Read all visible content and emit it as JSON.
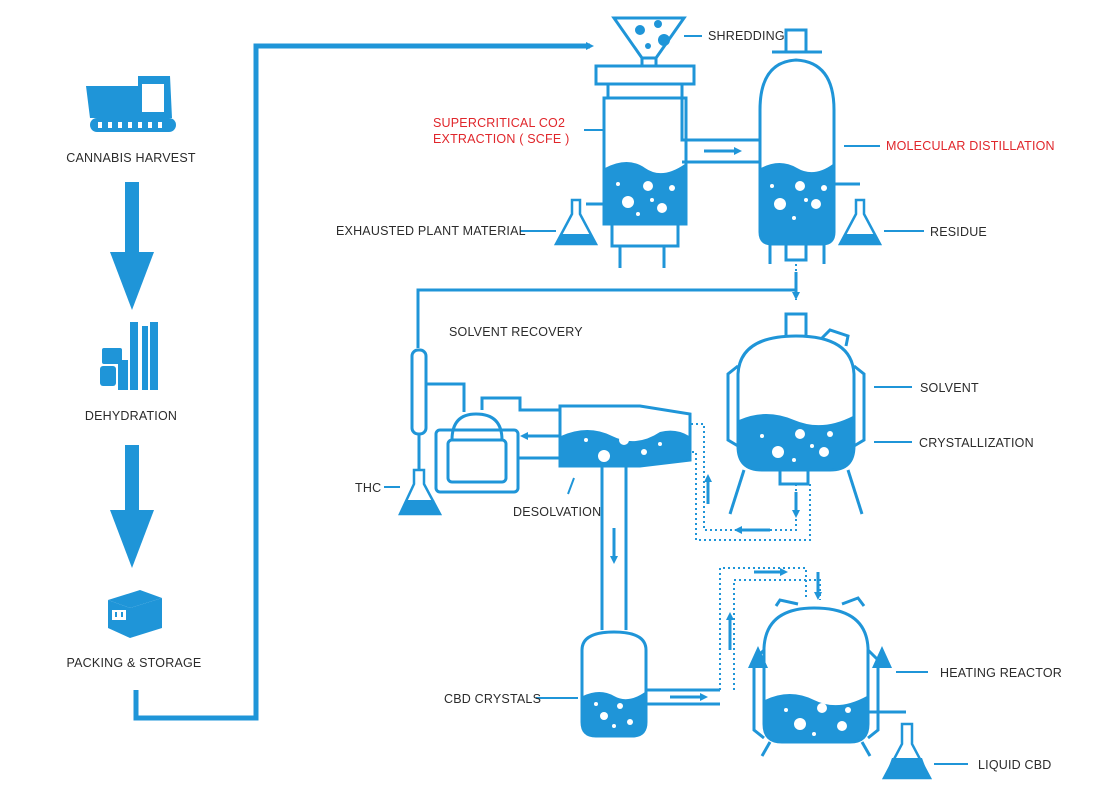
{
  "colors": {
    "accent": "#1f95d8",
    "highlight": "#e0262b",
    "text": "#2b2b2b"
  },
  "icons": [
    "excavator-icon",
    "dehydrator-icon",
    "package-box-icon",
    "flask-icon",
    "funnel-icon"
  ],
  "steps": {
    "harvest": "CANNABIS HARVEST",
    "dehydration": "DEHYDRATION",
    "packing": "PACKING & STORAGE"
  },
  "labels": {
    "shredding": "SHREDDING",
    "scfe_line1": "SUPERCRITICAL CO2",
    "scfe_line2": "EXTRACTION ( SCFE )",
    "molecular": "MOLECULAR DISTILLATION",
    "exhausted": "EXHAUSTED PLANT MATERIAL",
    "residue": "RESIDUE",
    "solvent_recovery": "SOLVENT RECOVERY",
    "solvent": "SOLVENT",
    "crystallization": "CRYSTALLIZATION",
    "thc": "THC",
    "desolvation": "DESOLVATION",
    "cbd_crystals": "CBD CRYSTALS",
    "heating_reactor": "HEATING REACTOR",
    "liquid_cbd": "LIQUID CBD"
  }
}
